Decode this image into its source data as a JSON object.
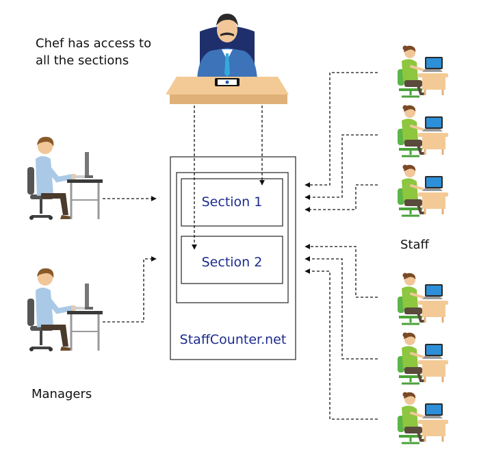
{
  "chef_caption": "Chef has access to\nall the sections",
  "managers_caption": "Managers",
  "staff_caption": "Staff",
  "server": {
    "section1": "Section 1",
    "section2": "Section 2",
    "site_name": "StaffCounter.net"
  },
  "colors": {
    "accent_text": "#1c2a8c",
    "line": "#111111",
    "chef_suit": "#3d73b8",
    "manager_shirt": "#aac9e6",
    "staff_shirt": "#8dc63f",
    "desk": "#f3ca95",
    "laptop": "#2d8fd8"
  },
  "icons": {
    "chef": "chef-at-desk-icon",
    "manager": "manager-at-computer-icon",
    "staff": "staff-at-laptop-icon"
  }
}
